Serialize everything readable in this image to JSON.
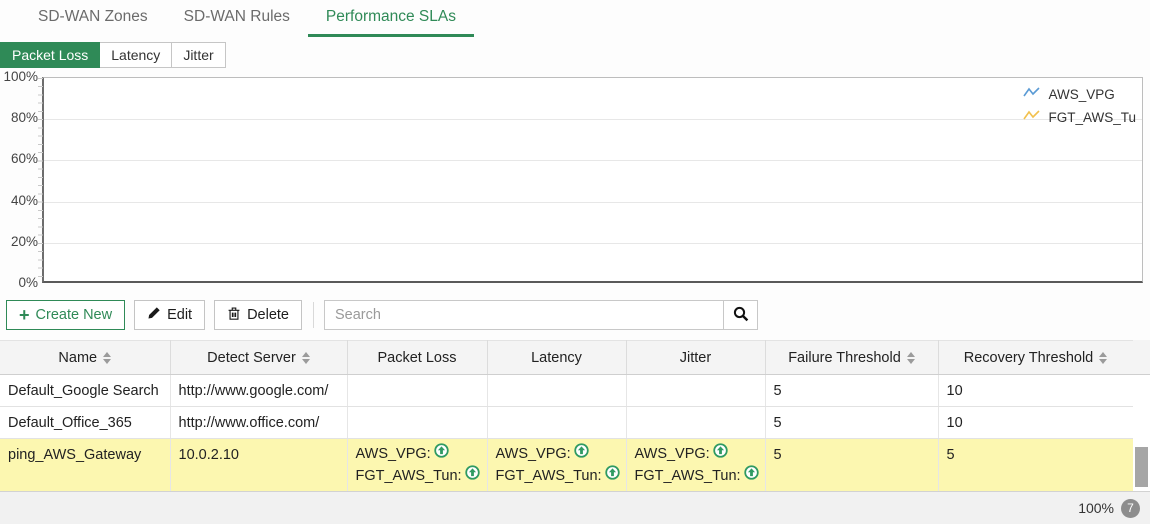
{
  "tabs": {
    "items": [
      {
        "label": "SD-WAN Zones",
        "active": false
      },
      {
        "label": "SD-WAN Rules",
        "active": false
      },
      {
        "label": "Performance SLAs",
        "active": true
      }
    ]
  },
  "subtabs": {
    "items": [
      {
        "label": "Packet Loss",
        "active": true
      },
      {
        "label": "Latency",
        "active": false
      },
      {
        "label": "Jitter",
        "active": false
      }
    ]
  },
  "chart_data": {
    "type": "line",
    "title": "",
    "xlabel": "",
    "ylabel": "",
    "ylim": [
      0,
      100
    ],
    "yticks": [
      "100%",
      "80%",
      "60%",
      "40%",
      "20%",
      "0%"
    ],
    "grid": true,
    "legend_position": "top-right",
    "series": [
      {
        "name": "AWS_VPG",
        "color": "#5b9bd5",
        "x": [],
        "values": []
      },
      {
        "name": "FGT_AWS_Tu",
        "color": "#f2c14e",
        "x": [],
        "values": []
      }
    ]
  },
  "toolbar": {
    "create_label": "Create New",
    "edit_label": "Edit",
    "delete_label": "Delete",
    "search_placeholder": "Search"
  },
  "table": {
    "headers": [
      {
        "label": "Name",
        "sortable": true
      },
      {
        "label": "Detect Server",
        "sortable": true
      },
      {
        "label": "Packet Loss",
        "sortable": false
      },
      {
        "label": "Latency",
        "sortable": false
      },
      {
        "label": "Jitter",
        "sortable": false
      },
      {
        "label": "Failure Threshold",
        "sortable": true
      },
      {
        "label": "Recovery Threshold",
        "sortable": true
      }
    ],
    "rows": [
      {
        "name": "Default_Google Search",
        "detect_server": "http://www.google.com/",
        "packet_loss": "",
        "latency": "",
        "jitter": "",
        "failure_threshold": "5",
        "recovery_threshold": "10",
        "highlighted": false
      },
      {
        "name": "Default_Office_365",
        "detect_server": "http://www.office.com/",
        "packet_loss": "",
        "latency": "",
        "jitter": "",
        "failure_threshold": "5",
        "recovery_threshold": "10",
        "highlighted": false
      },
      {
        "name": "ping_AWS_Gateway",
        "detect_server": "10.0.2.10",
        "member1": "AWS_VPG:",
        "member2": "FGT_AWS_Tun:",
        "member_status": "up",
        "failure_threshold": "5",
        "recovery_threshold": "5",
        "highlighted": true
      }
    ]
  },
  "footer": {
    "zoom_level": "100%",
    "notification_count": "7"
  },
  "colors": {
    "accent_green": "#2f8a57",
    "highlight_row_yellow": "#fcf7b0",
    "status_up_green": "#2f9a62",
    "legend_blue": "#5b9bd5",
    "legend_yellow": "#f2c14e"
  }
}
